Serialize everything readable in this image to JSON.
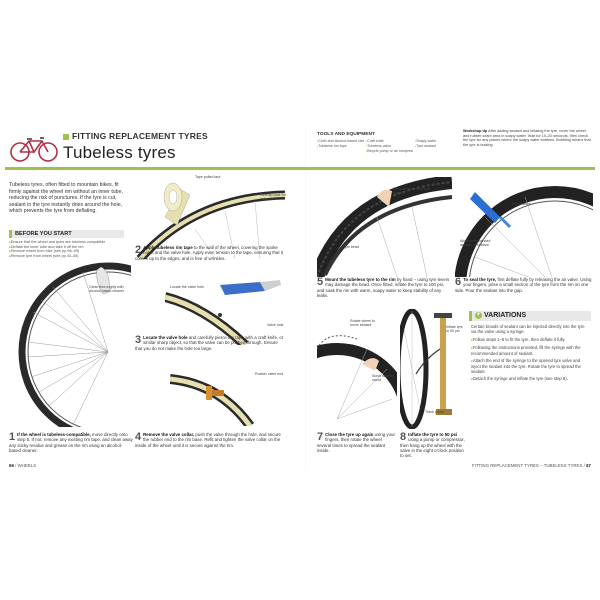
{
  "header": {
    "kicker": "FITTING REPLACEMENT TYRES",
    "title": "Tubeless tyres"
  },
  "tools": {
    "title": "TOOLS AND EQUIPMENT",
    "items": [
      "Cloth and alcohol-based cleaner",
      "Tubeless rim tape",
      "Craft knife",
      "Tubeless valve",
      "Bicycle pump or air compressor",
      "Soapy water",
      "Tyre sealant"
    ]
  },
  "workshop_tip": {
    "label": "Workshop tip",
    "text": "After adding sealant and inflating the tyre, cover the wheel and rubber seam area in soapy water. Wait for 10–20 seconds, then check the tyre for any places where the soapy water bubbles. Bubbling means that the tyre is leaking."
  },
  "intro": "Tubeless tyres, often fitted to mountain bikes, fit firmly against the wheel rim without an inner tube, reducing the risk of punctures. If the tyre is cut, sealant in the tyre instantly dries around the hole, which prevents the tyre from deflating.",
  "before": {
    "title": "BEFORE YOU START",
    "items": [
      "Ensure that the wheel and tyres are tubeless compatible",
      "Deflate the inner tube and take it off the rim",
      "Remove wheel from bike (see pp.98–99)",
      "Remove tyre from wheel (see pp.44–45)"
    ]
  },
  "labels": {
    "l1": "Clean thoroughly with alcohol-based cleaner",
    "l2a": "Overlap past the valve hole",
    "l2b": "Tape pulled taut",
    "l3a": "Locate the valve hole",
    "l3b": "Valve hole",
    "l4": "Rubber valve end",
    "l5a": "Remove tyre bead with fingers",
    "l5b": "Tyre bead",
    "l6a": "Add recommended amount of sealant",
    "l6b": "Tyre sealant",
    "l7a": "Rotate wheel to move sealant",
    "l7b": "Slosh sealant round",
    "l8a": "Inflate tyre to 50 psi",
    "l8b": "Track pump"
  },
  "steps": [
    {
      "num": "1",
      "bold": "If the wheel is tubeless-compatible,",
      "text": "move directly onto step 5. If not, remove any existing rim tape, and clean away any sticky residue and grease on the rim using an alcohol-based cleaner."
    },
    {
      "num": "2",
      "bold": "Apply tubeless rim tape",
      "text": "to the wall of the wheel, covering the spoke holes and the valve hole. Apply even tension to the tape, ensuring that it comes up to the edges, and is free of wrinkles."
    },
    {
      "num": "3",
      "bold": "Locate the valve hole",
      "text": "and carefully pierce the tape with a craft knife, or similar sharp object, so that the valve can be pushed through. Ensure that you do not make the hole too large."
    },
    {
      "num": "4",
      "bold": "Remove the valve collar,",
      "text": "push the valve through the hole, and secure the rubber end to the rim base. Refit and tighten the valve collar on the inside of the wheel until it is secure against the rim."
    },
    {
      "num": "5",
      "bold": "Mount the tubeless tyre to the rim",
      "text": "by hand – using tyre levers may damage the bead. Once fitted, inflate the tyre to 100 psi, and soak the rim with warm, soapy water to keep stability of any leaks."
    },
    {
      "num": "6",
      "bold": "To seal the tyre,",
      "text": "first deflate fully by releasing the air valve. Using your fingers, prise a small section of the tyre from the rim on one side. Pour the sealant into the gap."
    },
    {
      "num": "7",
      "bold": "Close the tyre up again",
      "text": "using your fingers, then rotate the wheel several times to spread the sealant inside."
    },
    {
      "num": "8",
      "bold": "Inflate the tyre to 50 psi",
      "text": "using a pump or compressor, then hang up the wheel with the valve in the eight o'clock position to set."
    }
  ],
  "variations": {
    "title": "VARIATIONS",
    "intro": "Certain brands of sealant can be injected directly into the tyre via the valve using a syringe.",
    "items": [
      "Follow steps 1–5 to fit the tyre, then deflate it fully.",
      "Following the instructions provided, fill the syringe with the recommended amount of sealant.",
      "Attach the end of the syringe to the opened tyre valve and inject the sealant into the tyre. Rotate the tyre to spread the sealant.",
      "Detach the syringe and inflate the tyre (see step 8)."
    ]
  },
  "footer": {
    "left_page": "66",
    "left_section": "WHEELS",
    "right_section": "FITTING REPLACEMENT TYRES",
    "right_topic": "TUBELESS TYRES",
    "right_page": "67"
  },
  "colors": {
    "accent": "#9fc24b",
    "rim": "#2a2a2a",
    "tape": "#e6e0b0",
    "pump": "#c9a24a"
  }
}
